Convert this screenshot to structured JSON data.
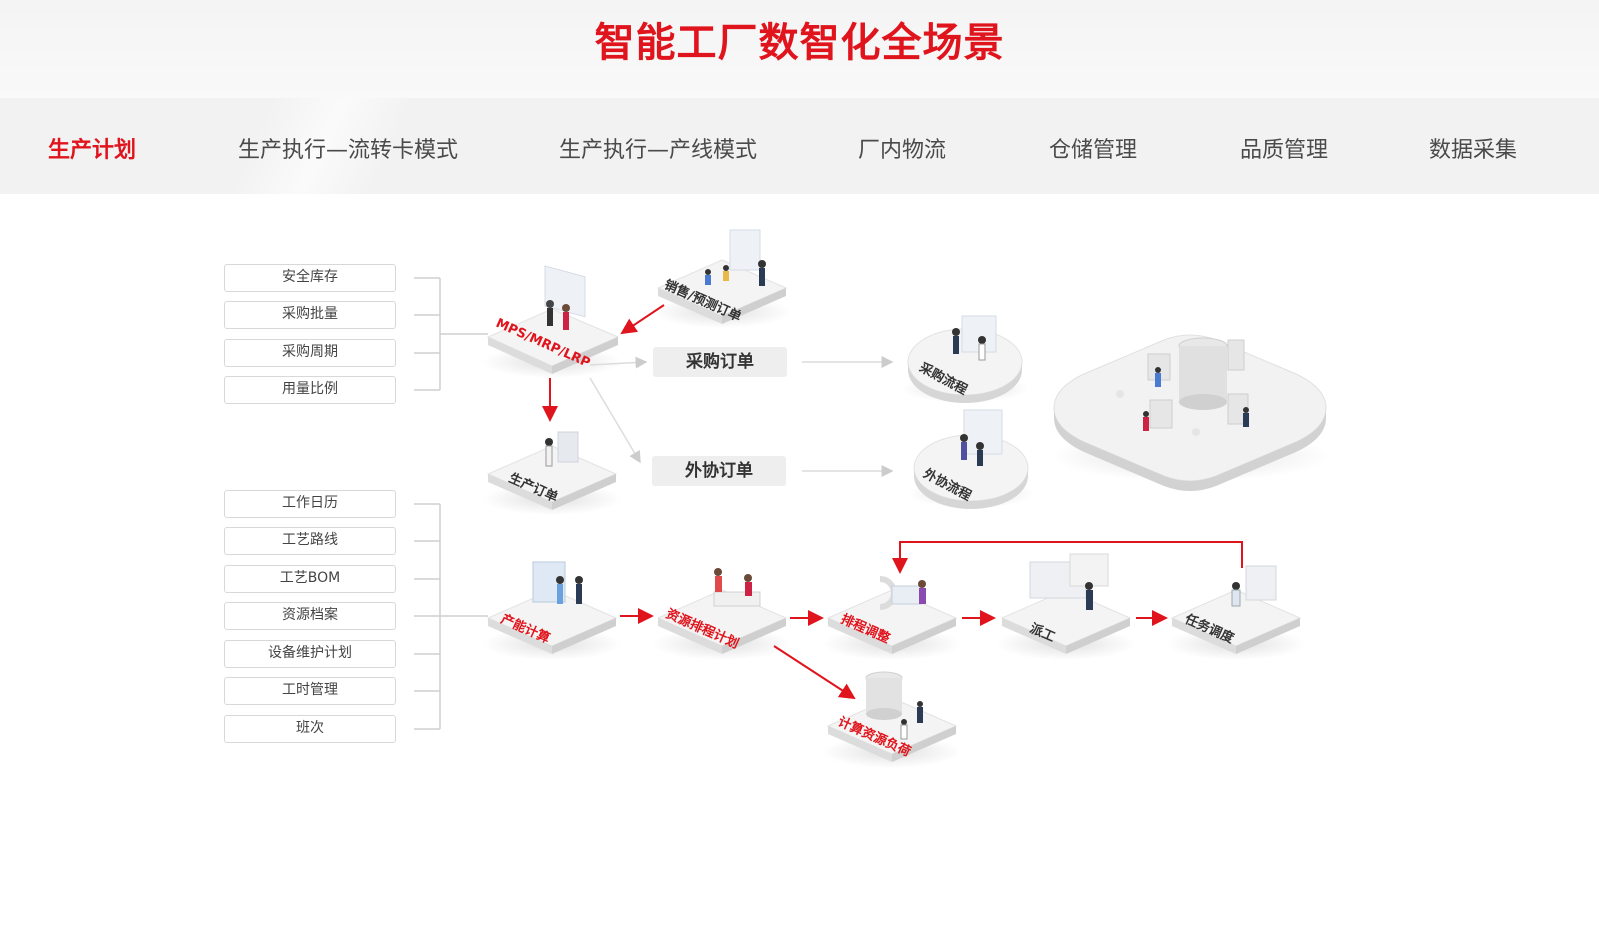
{
  "header": {
    "title": "智能工厂数智化全场景"
  },
  "tabs": [
    {
      "label": "生产计划",
      "active": true
    },
    {
      "label": "生产执行—流转卡模式",
      "active": false
    },
    {
      "label": "生产执行—产线模式",
      "active": false
    },
    {
      "label": "厂内物流",
      "active": false
    },
    {
      "label": "仓储管理",
      "active": false
    },
    {
      "label": "品质管理",
      "active": false
    },
    {
      "label": "数据采集",
      "active": false
    }
  ],
  "diagram": {
    "inputs_top": [
      "安全库存",
      "采购批量",
      "采购周期",
      "用量比例"
    ],
    "inputs_bottom": [
      "工作日历",
      "工艺路线",
      "工艺BOM",
      "资源档案",
      "设备维护计划",
      "工时管理",
      "班次"
    ],
    "nodes": {
      "mps": "MPS/MRP/LRP",
      "sales_order": "销售/预测订单",
      "production_order": "生产订单",
      "purchase_order": "采购订单",
      "outsource_order": "外协订单",
      "purchase_flow": "采购流程",
      "outsource_flow": "外协流程",
      "capacity_calc": "产能计算",
      "resource_scheduling": "资源排程计划",
      "scheduling_adjust": "排程调整",
      "dispatch": "派工",
      "task_dispatch": "任务调度",
      "calc_resource_load": "计算资源负荷"
    }
  },
  "colors": {
    "accent": "#e0141c",
    "tab_bg": "#f2f2f2",
    "text": "#4a4a4a"
  }
}
